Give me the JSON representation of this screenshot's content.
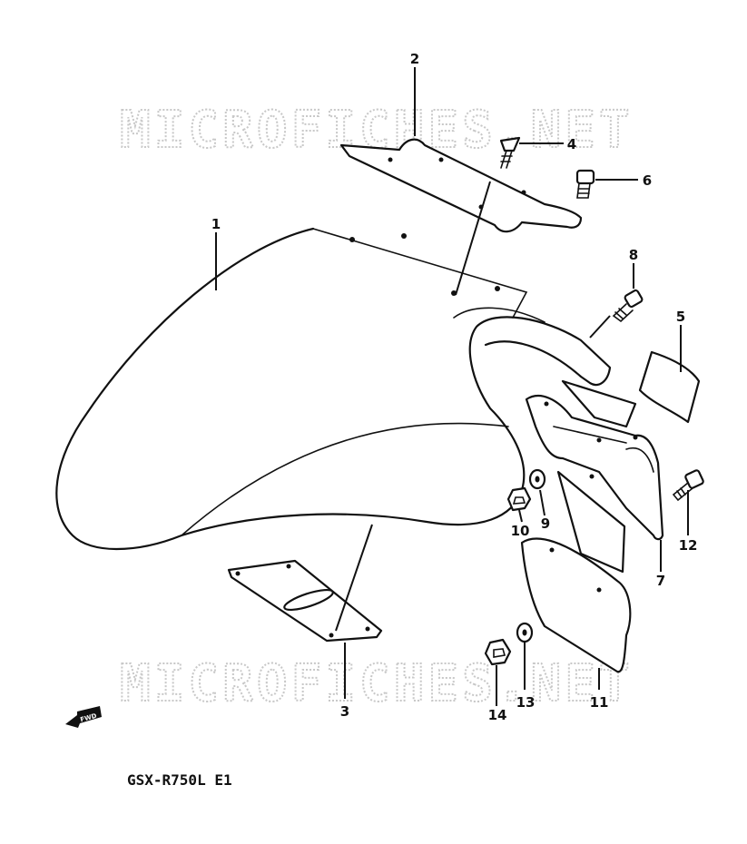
{
  "watermark": "MICROFICHES.NET",
  "model_label": "GSX-R750L E1",
  "front_arrow_label": "FWD",
  "parts": {
    "p1": "1",
    "p2": "2",
    "p3": "3",
    "p4": "4",
    "p5": "5",
    "p6": "6",
    "p7": "7",
    "p8": "8",
    "p9": "9",
    "p10": "10",
    "p11": "11",
    "p12": "12",
    "p13": "13",
    "p14": "14"
  }
}
